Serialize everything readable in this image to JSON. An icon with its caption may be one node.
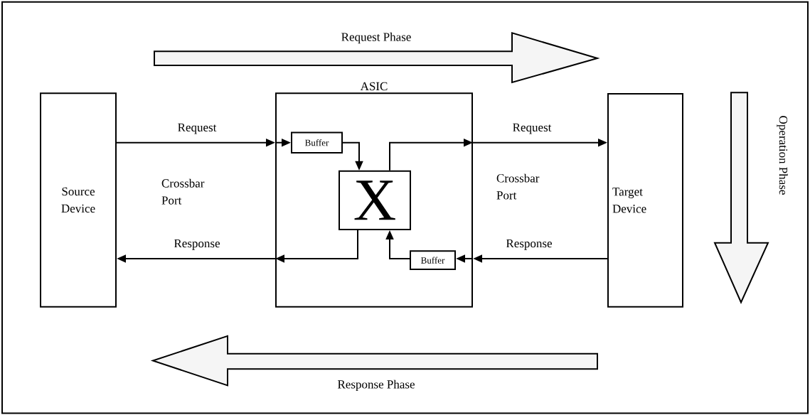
{
  "diagram": {
    "nodes": [
      {
        "text": [
          "Source Device"
        ]
      },
      {
        "text": [
          "ASIC"
        ]
      },
      {
        "text": [
          "Buffer"
        ],
        "in": 1
      },
      {
        "text": [
          "X"
        ],
        "in": 1
      },
      {
        "text": [
          "Buffer"
        ],
        "in": 1
      },
      {
        "text": [
          "Target Device"
        ]
      }
    ],
    "edges": [
      {
        "from": 0,
        "to": 1,
        "arrow": "to",
        "label": "Request"
      },
      {
        "from": 1,
        "to": 2,
        "arrow": "to"
      },
      {
        "from": 2,
        "to": 3,
        "arrow": "to"
      },
      {
        "from": 3,
        "to": 1,
        "arrow": "to"
      },
      {
        "from": 1,
        "to": 5,
        "arrow": "to",
        "label": "Request"
      },
      {
        "from": 5,
        "to": 1,
        "arrow": "to",
        "label": "Response"
      },
      {
        "from": 1,
        "to": 4,
        "arrow": "to"
      },
      {
        "from": 4,
        "to": 3,
        "arrow": "to"
      },
      {
        "from": 3,
        "to": 1,
        "arrow": "to"
      },
      {
        "from": 1,
        "to": 0,
        "arrow": "to",
        "label": "Response"
      }
    ],
    "labels": [
      "Request Phase",
      "Crossbar Port",
      "Crossbar Port",
      "Operation Phase",
      "Response Phase"
    ]
  }
}
